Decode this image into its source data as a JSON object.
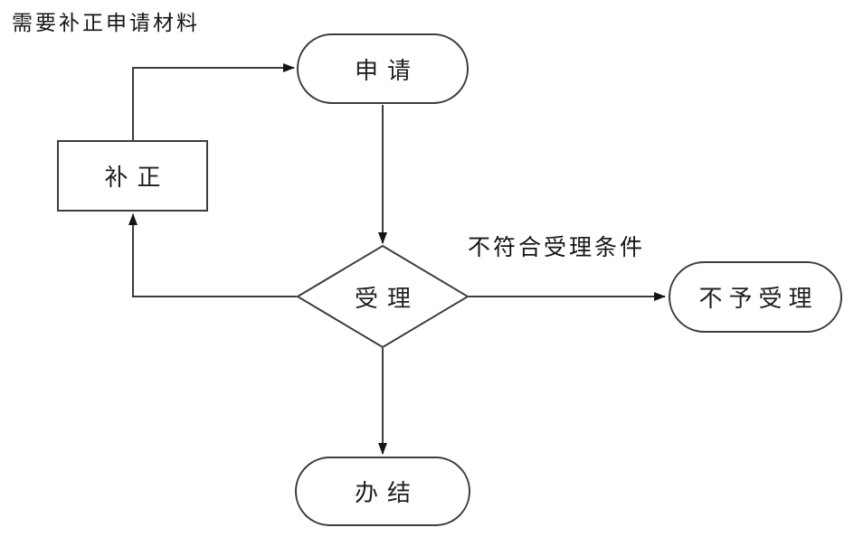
{
  "diagram": {
    "background_color": "#ffffff",
    "line_color": "#3d3d3d",
    "arrow_color": "#151515",
    "nodes": [
      {
        "id": "apply",
        "label": "申请",
        "shape": "stadium"
      },
      {
        "id": "supplement",
        "label": "补正",
        "shape": "rectangle"
      },
      {
        "id": "accept",
        "label": "受理",
        "shape": "diamond"
      },
      {
        "id": "reject",
        "label": "不予受理",
        "shape": "stadium"
      },
      {
        "id": "complete",
        "label": "办结",
        "shape": "stadium"
      }
    ],
    "edge_labels": [
      {
        "id": "need-supplement",
        "text": "需要补正申请材料"
      },
      {
        "id": "not-meet-conditions",
        "text": "不符合受理条件"
      }
    ],
    "edges": [
      {
        "from": "supplement",
        "to": "apply",
        "label": "需要补正申请材料"
      },
      {
        "from": "apply",
        "to": "accept",
        "label": ""
      },
      {
        "from": "accept",
        "to": "supplement",
        "label": ""
      },
      {
        "from": "accept",
        "to": "reject",
        "label": "不符合受理条件"
      },
      {
        "from": "accept",
        "to": "complete",
        "label": ""
      }
    ]
  }
}
